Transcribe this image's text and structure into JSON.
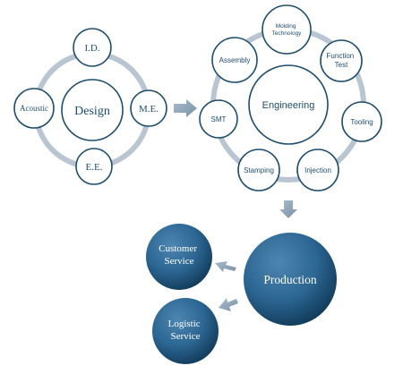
{
  "design_cluster": {
    "center": "Design",
    "satellites": [
      "I.D.",
      "M.E.",
      "E.E.",
      "Acoustic"
    ]
  },
  "engineering_cluster": {
    "center": "Engineering",
    "satellites": [
      [
        "Molding",
        "Technology"
      ],
      [
        "Function",
        "Test"
      ],
      [
        "Tooling"
      ],
      [
        "Injection"
      ],
      [
        "Stamping"
      ],
      [
        "SMT"
      ],
      [
        "Assembly"
      ]
    ]
  },
  "production_cluster": {
    "center": "Production",
    "customer_service": [
      "Customer",
      "Service"
    ],
    "logistic_service": [
      "Logistic",
      "Service"
    ]
  },
  "colors": {
    "outline": "#1f4d6e",
    "ring": "#b9c6d2",
    "arrow": "#8fa3b6",
    "blue_dark": "#0f3654",
    "blue_mid": "#2b6591",
    "blue_light": "#4d86b1"
  }
}
